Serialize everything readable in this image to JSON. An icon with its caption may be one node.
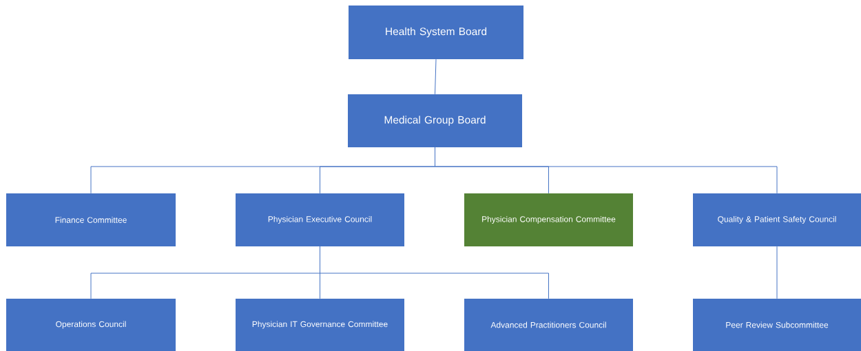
{
  "diagram": {
    "nodes": [
      {
        "text": [
          "Health System Board"
        ]
      },
      {
        "text": [
          "Medical Group Board"
        ]
      },
      {
        "text": [
          "Finance Committee"
        ]
      },
      {
        "text": [
          "Physician Executive Council"
        ]
      },
      {
        "text": [
          "Physician Compensation Committee"
        ]
      },
      {
        "text": [
          "Quality & Patient Safety Council"
        ]
      },
      {
        "text": [
          "Operations Council"
        ]
      },
      {
        "text": [
          "Physician IT Governance Committee"
        ]
      },
      {
        "text": [
          "Advanced Practitioners Council"
        ]
      },
      {
        "text": [
          "Peer Review Subcommittee"
        ]
      }
    ],
    "edges": [
      {
        "from": 0,
        "to": 1,
        "arrow": "none"
      },
      {
        "from": 1,
        "to": 2,
        "arrow": "none"
      },
      {
        "from": 1,
        "to": 3,
        "arrow": "none"
      },
      {
        "from": 1,
        "to": 4,
        "arrow": "none"
      },
      {
        "from": 1,
        "to": 5,
        "arrow": "none"
      },
      {
        "from": 3,
        "to": 6,
        "arrow": "none"
      },
      {
        "from": 3,
        "to": 7,
        "arrow": "none"
      },
      {
        "from": 3,
        "to": 8,
        "arrow": "none"
      },
      {
        "from": 5,
        "to": 9,
        "arrow": "none"
      }
    ]
  }
}
